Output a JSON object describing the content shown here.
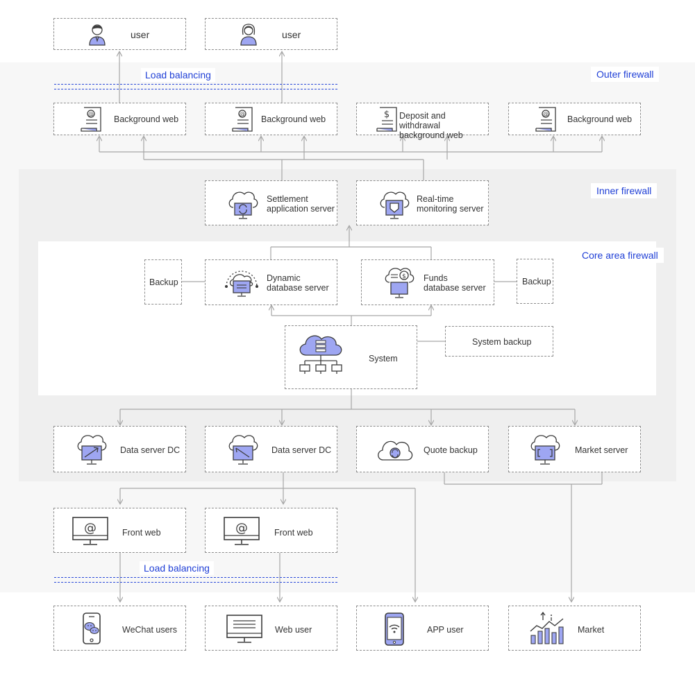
{
  "zones": {
    "outer_firewall": "Outer firewall",
    "inner_firewall": "Inner firewall",
    "core_firewall": "Core area firewall"
  },
  "load_balancing_top": "Load balancing",
  "load_balancing_bottom": "Load balancing",
  "users": [
    {
      "label": "user",
      "icon": "male-user-icon"
    },
    {
      "label": "user",
      "icon": "female-user-icon"
    }
  ],
  "web_tier": [
    {
      "label": "Background web",
      "icon": "web-document-icon"
    },
    {
      "label": "Background web",
      "icon": "web-document-icon"
    },
    {
      "label": "Deposit and withdrawal\nbackground web",
      "icon": "dollar-document-icon"
    },
    {
      "label": "Background web",
      "icon": "web-document-icon"
    }
  ],
  "app_tier": [
    {
      "label": "Settlement\napplication server",
      "icon": "cloud-sync-monitor-icon"
    },
    {
      "label": "Real-time\nmonitoring server",
      "icon": "cloud-shield-monitor-icon"
    }
  ],
  "database_tier": {
    "backup_left": "Backup",
    "dynamic": {
      "label": "Dynamic\ndatabase server",
      "icon": "database-monitor-icon"
    },
    "funds": {
      "label": "Funds\ndatabase server",
      "icon": "funds-database-icon"
    },
    "backup_right": "Backup"
  },
  "system": {
    "label": "System",
    "icon": "cloud-network-icon"
  },
  "system_backup": "System backup",
  "data_tier": [
    {
      "label": "Data server DC",
      "icon": "cloud-data-monitor-icon"
    },
    {
      "label": "Data server DC",
      "icon": "cloud-data-monitor-icon"
    },
    {
      "label": "Quote backup",
      "icon": "cloud-refresh-icon"
    },
    {
      "label": "Market server",
      "icon": "cloud-market-monitor-icon"
    }
  ],
  "front_tier": [
    {
      "label": "Front web",
      "icon": "at-monitor-icon"
    },
    {
      "label": "Front web",
      "icon": "at-monitor-icon"
    }
  ],
  "clients": [
    {
      "label": "WeChat users",
      "icon": "wechat-phone-icon"
    },
    {
      "label": "Web user",
      "icon": "web-monitor-icon"
    },
    {
      "label": "APP user",
      "icon": "wifi-phone-icon"
    },
    {
      "label": "Market",
      "icon": "market-chart-icon"
    }
  ],
  "colors": {
    "accent_fill": "#9ea6f2",
    "icon_stroke": "#3c3c3c",
    "zone_label": "#1f3fd6",
    "connector": "#a6a6a6"
  }
}
